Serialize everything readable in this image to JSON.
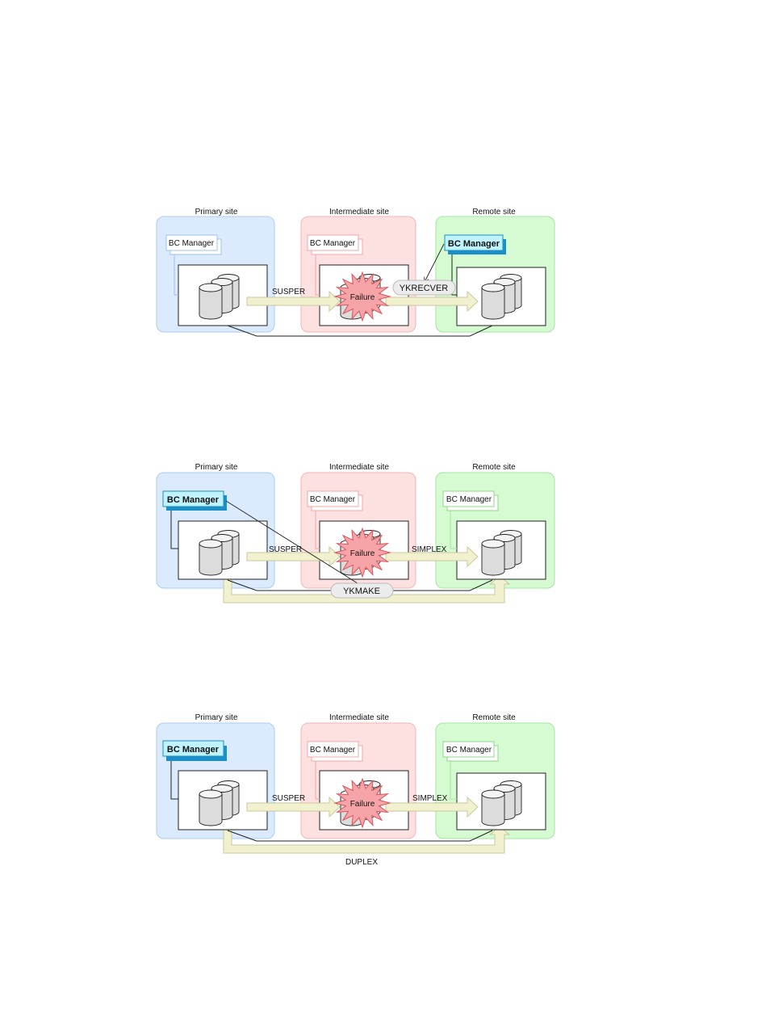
{
  "diagrams": [
    {
      "sites": {
        "primary": "Primary site",
        "intermediate": "Intermediate site",
        "remote": "Remote site"
      },
      "bc": {
        "primary": "BC Manager",
        "intermediate": "BC Manager",
        "remote": "BC Manager"
      },
      "active": "remote",
      "failure": "Failure",
      "link1": "SUSPER",
      "link2": "",
      "command": "YKRECVER",
      "bottom_label": ""
    },
    {
      "sites": {
        "primary": "Primary site",
        "intermediate": "Intermediate site",
        "remote": "Remote site"
      },
      "bc": {
        "primary": "BC Manager",
        "intermediate": "BC Manager",
        "remote": "BC Manager"
      },
      "active": "primary",
      "failure": "Failure",
      "link1": "SUSPER",
      "link2": "SIMPLEX",
      "command": "YKMAKE",
      "bottom_label": ""
    },
    {
      "sites": {
        "primary": "Primary site",
        "intermediate": "Intermediate site",
        "remote": "Remote site"
      },
      "bc": {
        "primary": "BC Manager",
        "intermediate": "BC Manager",
        "remote": "BC Manager"
      },
      "active": "primary",
      "failure": "Failure",
      "link1": "SUSPER",
      "link2": "SIMPLEX",
      "command": "",
      "bottom_label": "DUPLEX"
    }
  ],
  "colors": {
    "primary_fill": "#dbeafc",
    "primary_stroke": "#a9cdf2",
    "intermediate_fill": "#fde0e0",
    "intermediate_stroke": "#f2b5b5",
    "remote_fill": "#d6fbd3",
    "remote_stroke": "#a5e4a0",
    "arrow_fill": "#f1f1cf",
    "arrow_stroke": "#c9c99c",
    "failure_fill": "#f6a4a7",
    "failure_stroke": "#d9555c",
    "active_bc_fill": "#bff3fd",
    "active_bc_stroke": "#1c8fc6"
  }
}
